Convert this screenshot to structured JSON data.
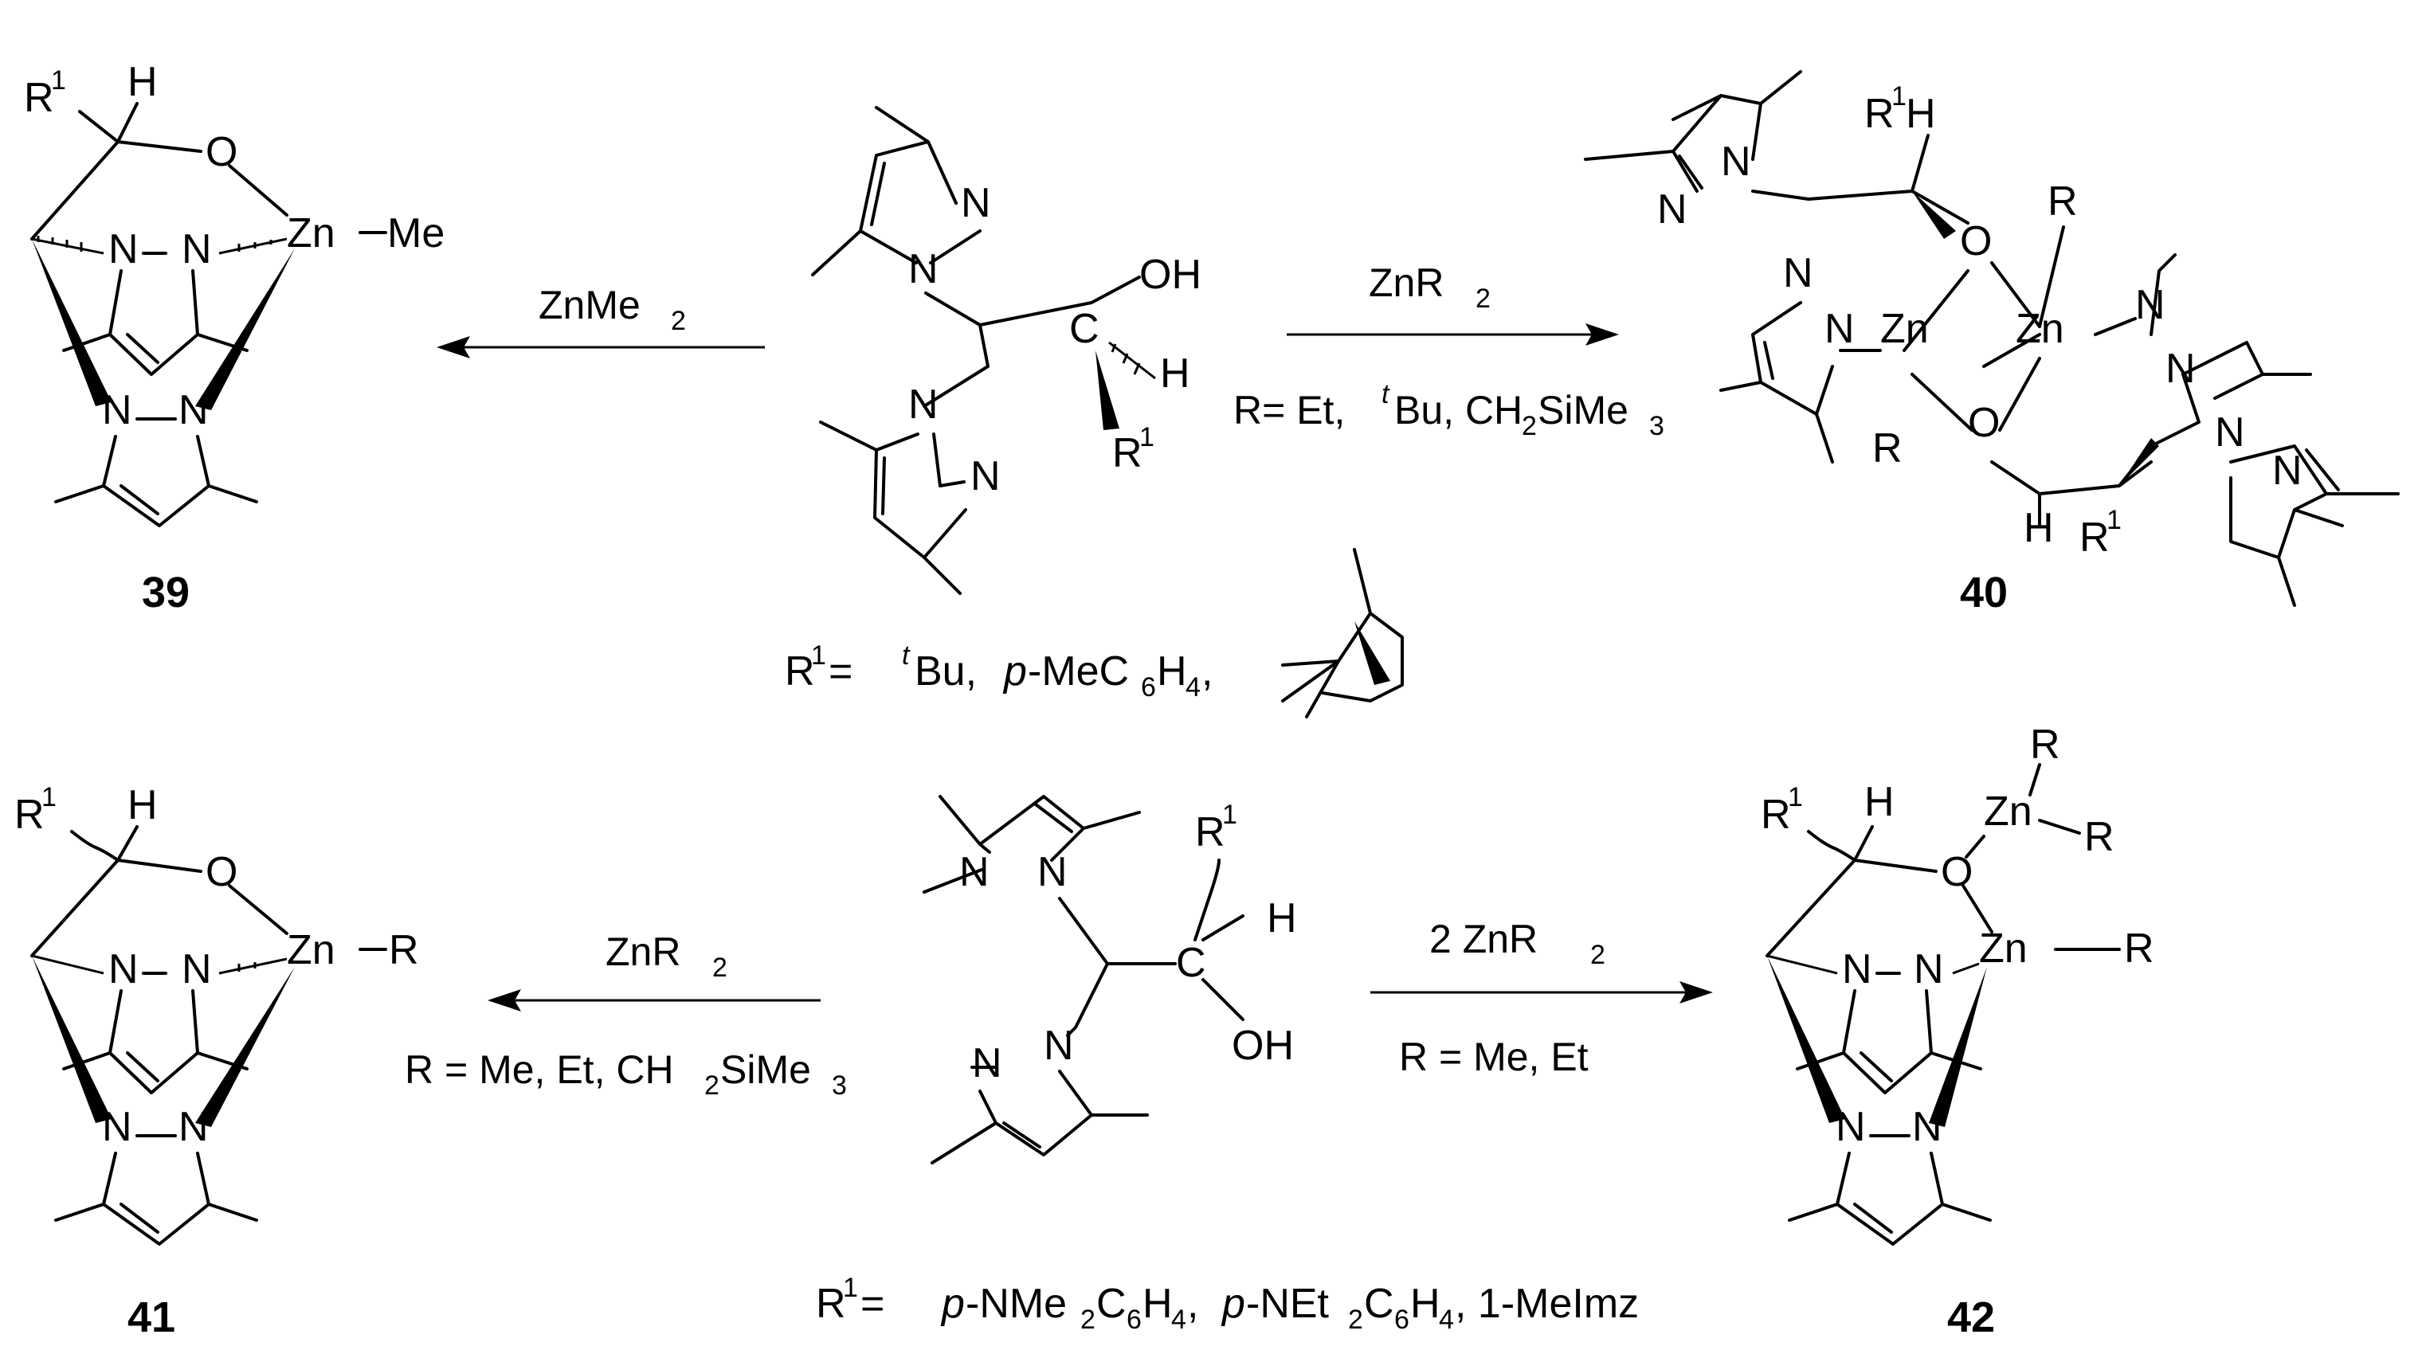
{
  "compounds": {
    "c39": {
      "label": "39"
    },
    "c40": {
      "label": "40"
    },
    "c41": {
      "label": "41"
    },
    "c42": {
      "label": "42"
    }
  },
  "reactions": {
    "r1": {
      "reagent_main": "ZnMe",
      "reagent_sub": "2"
    },
    "r2": {
      "reagent_main": "ZnR",
      "reagent_sub": "2",
      "cond_a": "R= Et, ",
      "cond_sup": "t",
      "cond_b": "Bu, CH",
      "cond_sub": "2",
      "cond_c": "SiMe",
      "cond_sub2": "3"
    },
    "r3": {
      "reagent_main": "ZnR",
      "reagent_sub": "2",
      "cond_a": "R = Me, Et, CH",
      "cond_sub": "2",
      "cond_b": "SiMe",
      "cond_sub2": "3"
    },
    "r4": {
      "reagent_main": "2 ZnR",
      "reagent_sub": "2",
      "cond": "R = Me, Et"
    }
  },
  "substituents": {
    "top": {
      "a": "R",
      "sup": "1",
      "b": " = ",
      "tsup": "t",
      "c": "Bu, ",
      "d": "p",
      "e": "-MeC",
      "sub": "6",
      "f": "H",
      "sub2": "4",
      "g": ","
    },
    "bottom": {
      "a": "R",
      "sup": "1",
      "b": " =  ",
      "c": "p",
      "d": "-NMe",
      "sub": "2",
      "e": "C",
      "sub2": "6",
      "f": "H",
      "sub3": "4",
      "g": ", ",
      "h": "p",
      "i": "-NEt",
      "sub4": "2",
      "j": "C",
      "sub5": "6",
      "k": "H",
      "sub6": "4",
      "l": ", 1-MeImz"
    }
  },
  "atoms": {
    "R": "R",
    "R1": "1",
    "H": "H",
    "O": "O",
    "N": "N",
    "Zn": "Zn",
    "Me": "Me",
    "C": "C",
    "OH": "OH"
  }
}
